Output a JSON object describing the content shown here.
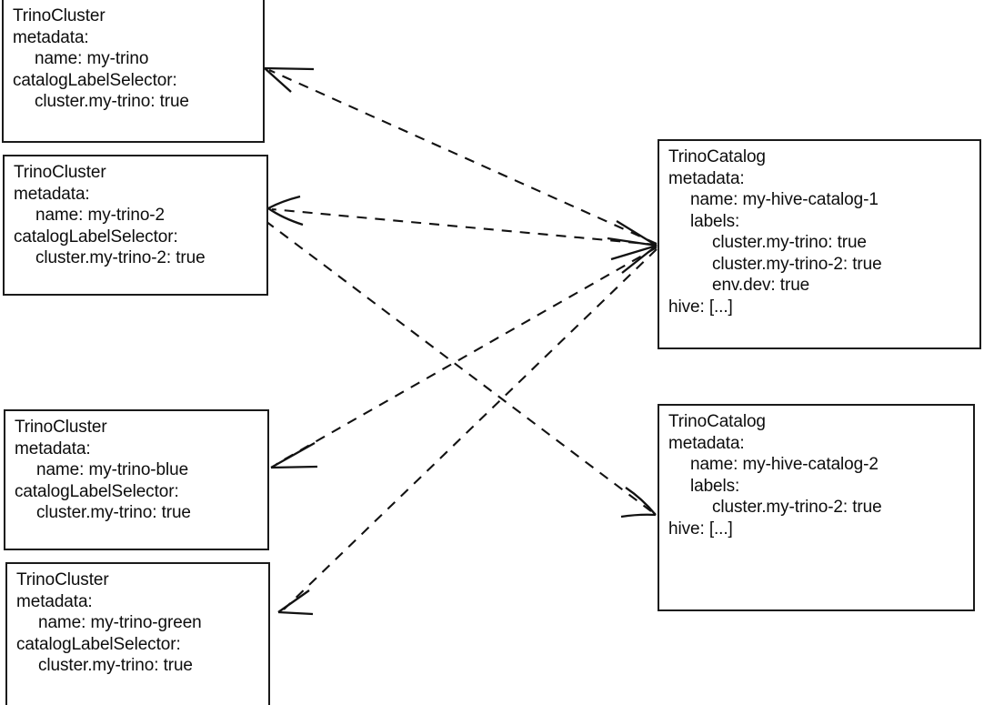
{
  "diagram": {
    "type": "kubernetes-crd-relationship-diagram",
    "title": "TrinoCluster to TrinoCatalog label selector matching",
    "background_color": "#ffffff",
    "line_color": "#121212",
    "box_border_color": "#1a1a1a",
    "edge_style": "dashed-arrow"
  },
  "nodes": [
    {
      "id": "cluster-my-trino",
      "kind": "TrinoCluster",
      "lines": [
        {
          "text": "TrinoCluster",
          "indent": 0
        },
        {
          "text": "metadata:",
          "indent": 0
        },
        {
          "text": "name: my-trino",
          "indent": 1
        },
        {
          "text": "catalogLabelSelector:",
          "indent": 0
        },
        {
          "text": "cluster.my-trino: true",
          "indent": 1
        }
      ]
    },
    {
      "id": "cluster-my-trino-2",
      "kind": "TrinoCluster",
      "lines": [
        {
          "text": "TrinoCluster",
          "indent": 0
        },
        {
          "text": "metadata:",
          "indent": 0
        },
        {
          "text": "name: my-trino-2",
          "indent": 1
        },
        {
          "text": "catalogLabelSelector:",
          "indent": 0
        },
        {
          "text": "cluster.my-trino-2: true",
          "indent": 1
        }
      ]
    },
    {
      "id": "cluster-my-trino-blue",
      "kind": "TrinoCluster",
      "lines": [
        {
          "text": "TrinoCluster",
          "indent": 0
        },
        {
          "text": "metadata:",
          "indent": 0
        },
        {
          "text": "name: my-trino-blue",
          "indent": 1
        },
        {
          "text": "catalogLabelSelector:",
          "indent": 0
        },
        {
          "text": "cluster.my-trino: true",
          "indent": 1
        }
      ]
    },
    {
      "id": "cluster-my-trino-green",
      "kind": "TrinoCluster",
      "lines": [
        {
          "text": "TrinoCluster",
          "indent": 0
        },
        {
          "text": "metadata:",
          "indent": 0
        },
        {
          "text": "name: my-trino-green",
          "indent": 1
        },
        {
          "text": "catalogLabelSelector:",
          "indent": 0
        },
        {
          "text": "cluster.my-trino: true",
          "indent": 1
        }
      ]
    },
    {
      "id": "catalog-my-hive-catalog-1",
      "kind": "TrinoCatalog",
      "lines": [
        {
          "text": "TrinoCatalog",
          "indent": 0
        },
        {
          "text": "metadata:",
          "indent": 0
        },
        {
          "text": "name: my-hive-catalog-1",
          "indent": 1
        },
        {
          "text": "labels:",
          "indent": 1
        },
        {
          "text": "cluster.my-trino: true",
          "indent": 2
        },
        {
          "text": "cluster.my-trino-2: true",
          "indent": 2
        },
        {
          "text": "env.dev: true",
          "indent": 2
        },
        {
          "text": "hive: [...]",
          "indent": 0
        }
      ]
    },
    {
      "id": "catalog-my-hive-catalog-2",
      "kind": "TrinoCatalog",
      "lines": [
        {
          "text": "TrinoCatalog",
          "indent": 0
        },
        {
          "text": "metadata:",
          "indent": 0
        },
        {
          "text": "name: my-hive-catalog-2",
          "indent": 1
        },
        {
          "text": "labels:",
          "indent": 1
        },
        {
          "text": "cluster.my-trino-2: true",
          "indent": 2
        },
        {
          "text": "hive: [...]",
          "indent": 0
        }
      ]
    }
  ],
  "edges": [
    {
      "from": "catalog-my-hive-catalog-1",
      "to": "cluster-my-trino",
      "label": ""
    },
    {
      "from": "catalog-my-hive-catalog-1",
      "to": "cluster-my-trino-2",
      "label": ""
    },
    {
      "from": "catalog-my-hive-catalog-1",
      "to": "cluster-my-trino-blue",
      "label": ""
    },
    {
      "from": "catalog-my-hive-catalog-1",
      "to": "cluster-my-trino-green",
      "label": ""
    },
    {
      "from": "cluster-my-trino-2",
      "to": "catalog-my-hive-catalog-2",
      "label": ""
    }
  ]
}
